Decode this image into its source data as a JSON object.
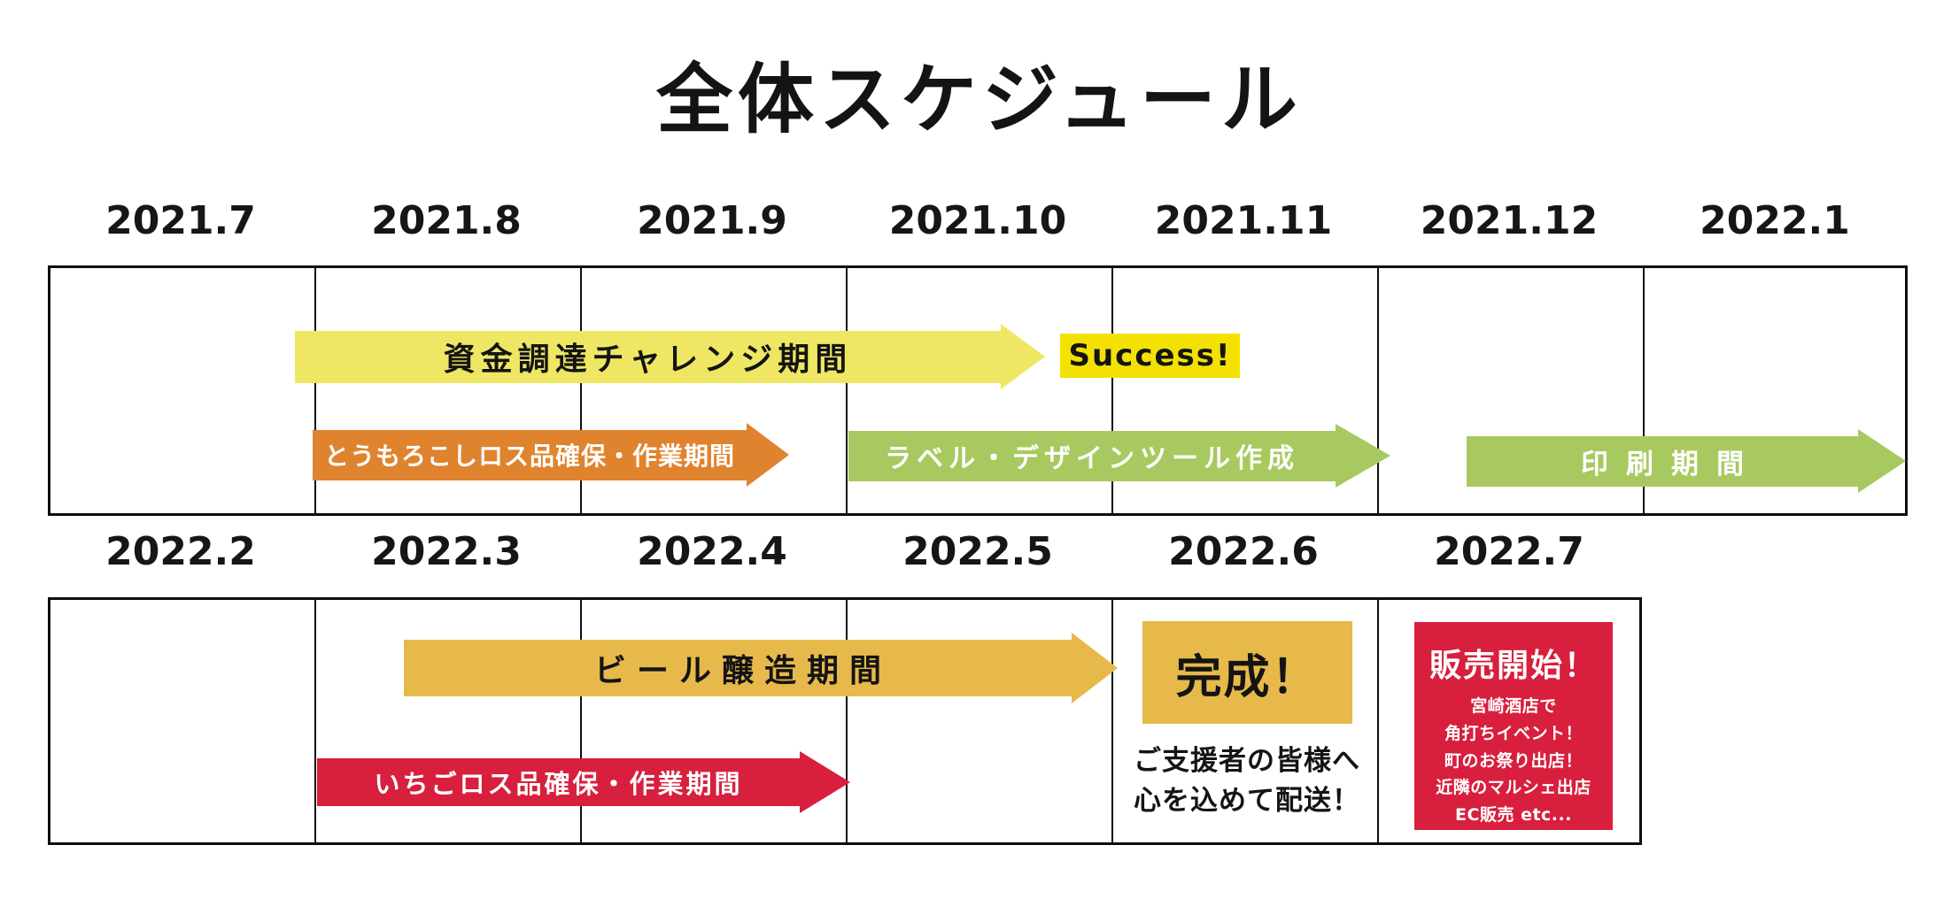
{
  "title": "全体スケジュール",
  "colors": {
    "soft_yellow": "#efe763",
    "bright_yellow": "#f3e104",
    "orange": "#e0832e",
    "green": "#a8c95f",
    "gold": "#e7b94b",
    "crimson": "#d81f3e",
    "text_dark": "#141414",
    "text_light": "#ffffff",
    "grid_line": "#0e0e0e"
  },
  "timeline_2021": {
    "months": [
      "2021.7",
      "2021.8",
      "2021.9",
      "2021.10",
      "2021.11",
      "2021.12",
      "2022.1"
    ],
    "items": {
      "funding_arrow": {
        "label": "資金調達チャレンジ期間",
        "period": "2021.8 - 2021.10",
        "color": "#efe763"
      },
      "success_badge": {
        "label": "Success!",
        "period": "2021.10 - 2021.11",
        "color": "#f3e104"
      },
      "corn_arrow": {
        "label": "とうもろこしロス品確保・作業期間",
        "period": "2021.8 - 2021.9",
        "color": "#e0832e"
      },
      "design_arrow": {
        "label": "ラベル・デザインツール作成",
        "period": "2021.10 - 2021.12",
        "color": "#a8c95f"
      },
      "print_arrow": {
        "label": "印刷期間",
        "period": "2021.12 - 2022.1",
        "color": "#a8c95f"
      }
    }
  },
  "timeline_2022": {
    "months": [
      "2022.2",
      "2022.3",
      "2022.4",
      "2022.5",
      "2022.6",
      "2022.7"
    ],
    "items": {
      "brewing_arrow": {
        "label": "ビール醸造期間",
        "period": "2022.3 - 2022.5",
        "color": "#e7b94b"
      },
      "strawberry_arrow": {
        "label": "いちごロス品確保・作業期間",
        "period": "2022.3 - 2022.4",
        "color": "#d81f3e"
      },
      "done_badge": {
        "label": "完成！",
        "period": "2022.6",
        "color": "#e7b94b"
      },
      "delivery_note": {
        "lines": [
          "ご支援者の皆様へ",
          "心を込めて配送！"
        ]
      },
      "sales_badge": {
        "title": "販売開始！",
        "period": "2022.7",
        "color": "#d81f3e",
        "lines": [
          "宮崎酒店で",
          "角打ちイベント！",
          "町のお祭り出店！",
          "近隣のマルシェ出店",
          "EC販売 etc..."
        ]
      }
    }
  }
}
